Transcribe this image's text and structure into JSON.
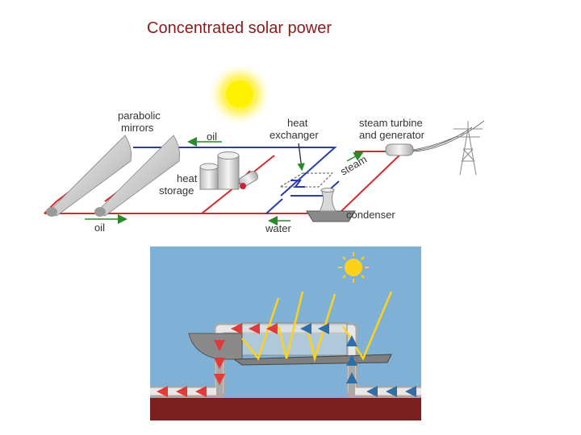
{
  "title": "Concentrated solar power",
  "labels": {
    "parabolic_mirrors_1": "parabolic",
    "parabolic_mirrors_2": "mirrors",
    "oil_top": "oil",
    "heat_exchanger_1": "heat",
    "heat_exchanger_2": "exchanger",
    "steam_turbine_1": "steam turbine",
    "steam_turbine_2": "and generator",
    "steam": "steam",
    "heat_storage_1": "heat",
    "heat_storage_2": "storage",
    "condenser": "condenser",
    "oil_bottom": "oil",
    "water": "water"
  },
  "colors": {
    "title": "#8b1a1a",
    "hot_pipe": "#d42a2a",
    "cold_pipe": "#2a3aa8",
    "sun": "#fff200",
    "sky": "#7fb1d6",
    "ground": "#7a2020",
    "sun_rays": "#ffd21a",
    "flow_arrow": "#2a8a2a"
  }
}
